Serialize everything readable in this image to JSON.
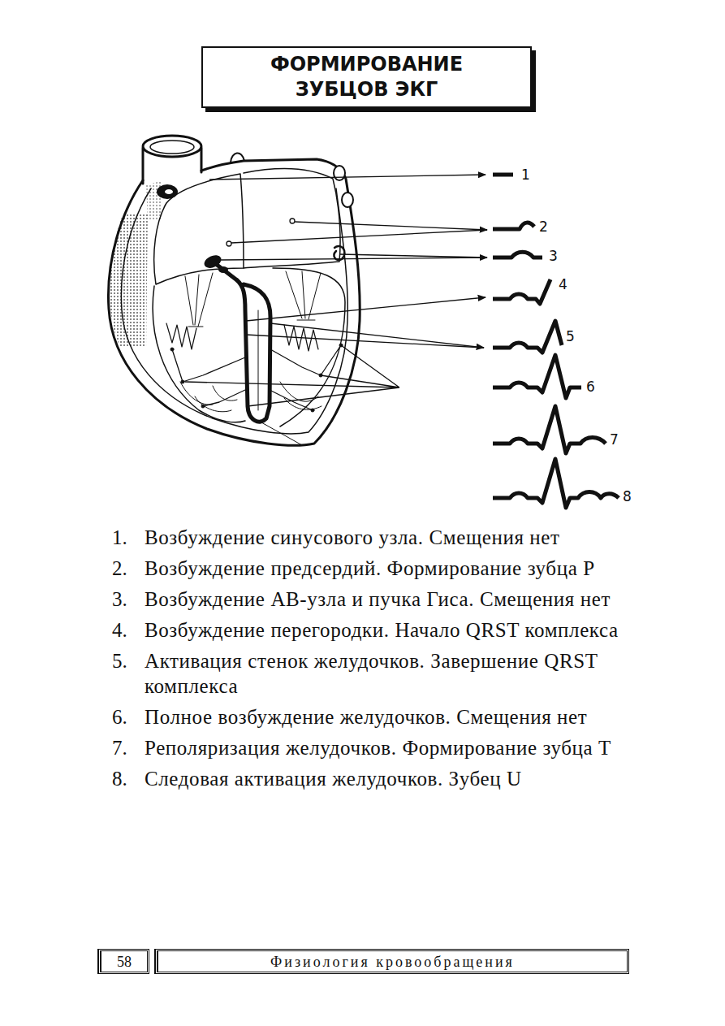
{
  "diagram": {
    "title": "ФОРМИРОВАНИЕ ЗУБЦОВ ЭКГ",
    "nodes": [
      {
        "text": [
          "58"
        ]
      },
      {
        "text": [
          "Физиология кровообращения"
        ]
      }
    ],
    "labels": [
      "1",
      "2",
      "3",
      "4",
      "5",
      "6",
      "7",
      "8",
      "1.",
      "Возбуждение синусового узла. Смещения нет",
      "2.",
      "Возбуждение предсердий. Формирование зубца P",
      "3.",
      "Возбуждение АВ-узла и пучка Гиса. Смещения нет",
      "4.",
      "Возбуждение перегородки. Начало QRST комплекса",
      "5.",
      "Активация стенок желудочков. Завершение QRST комплекса",
      "6.",
      "Полное возбуждение желудочков. Смещения нет",
      "7.",
      "Реполяризация желудочков. Формирование зубца T",
      "8.",
      "Следовая активация желудочков. Зубец U"
    ]
  }
}
